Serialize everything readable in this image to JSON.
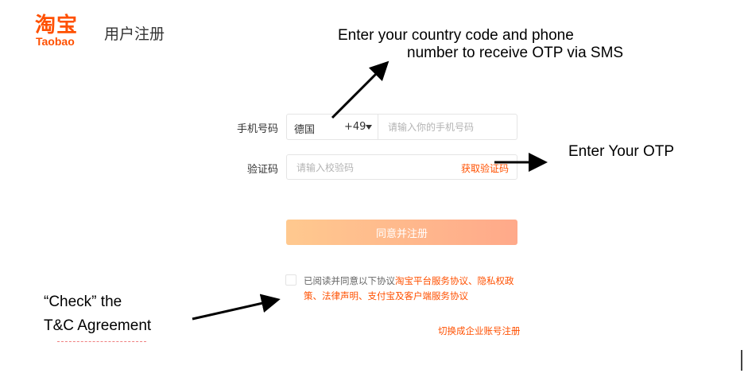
{
  "header": {
    "logo_cn": "淘宝",
    "logo_en": "Taobao",
    "title": "用户注册"
  },
  "form": {
    "phone_label": "手机号码",
    "country_name": "德国",
    "country_code": "+49",
    "phone_placeholder": "请输入你的手机号码",
    "otp_label": "验证码",
    "otp_placeholder": "请输入校验码",
    "get_code_label": "获取验证码",
    "submit_label": "同意并注册",
    "agreement_prefix": "已阅读并同意以下协议",
    "agreement_links": "淘宝平台服务协议、隐私权政策、法律声明、支付宝及客户端服务协议",
    "switch_label": "切换成企业账号注册"
  },
  "annotations": {
    "phone_line1": "Enter your country code and phone",
    "phone_line2": "number to receive OTP via SMS",
    "otp": "Enter Your OTP",
    "check_line1": "“Check” the",
    "check_line2": "T&C Agreement"
  },
  "colors": {
    "brand": "#ff5000",
    "button_gradient_start": "#ffc98f",
    "button_gradient_end": "#ffa98a"
  }
}
